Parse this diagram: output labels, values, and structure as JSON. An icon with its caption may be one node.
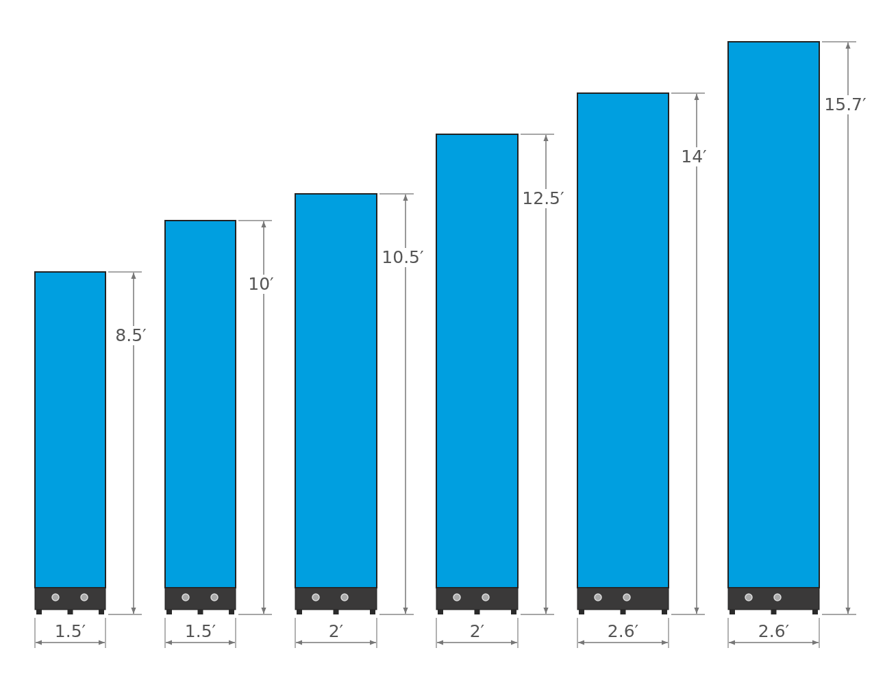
{
  "diagram": {
    "labels": [
      "8.5′",
      "10′",
      "10.5′",
      "12.5′",
      "14′",
      "15.7′",
      "1.5′",
      "1.5′",
      "2′",
      "2′",
      "2.6′",
      "2.6′"
    ]
  }
}
